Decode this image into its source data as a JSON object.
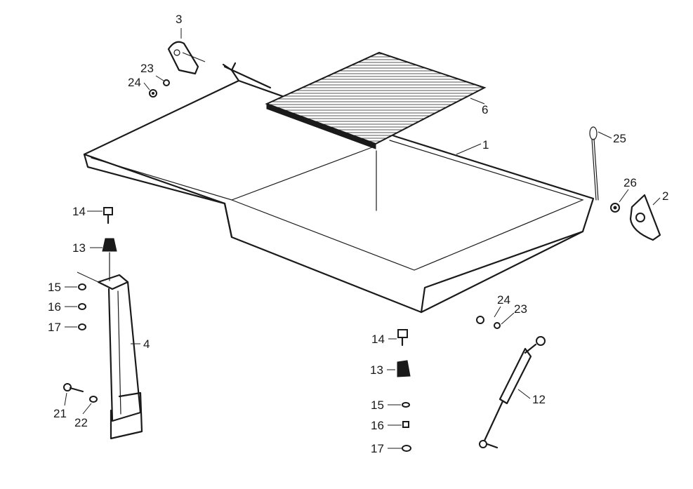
{
  "diagram": {
    "callouts": {
      "c1": "1",
      "c2": "2",
      "c3": "3",
      "c4": "4",
      "c6": "6",
      "c12": "12",
      "c13a": "13",
      "c13b": "13",
      "c14a": "14",
      "c14b": "14",
      "c15a": "15",
      "c15b": "15",
      "c16a": "16",
      "c16b": "16",
      "c17a": "17",
      "c17b": "17",
      "c21": "21",
      "c22": "22",
      "c23a": "23",
      "c23b": "23",
      "c24a": "24",
      "c24b": "24",
      "c25": "25",
      "c26": "26"
    },
    "colors": {
      "ink": "#1a1a1a",
      "paper": "#ffffff"
    }
  }
}
